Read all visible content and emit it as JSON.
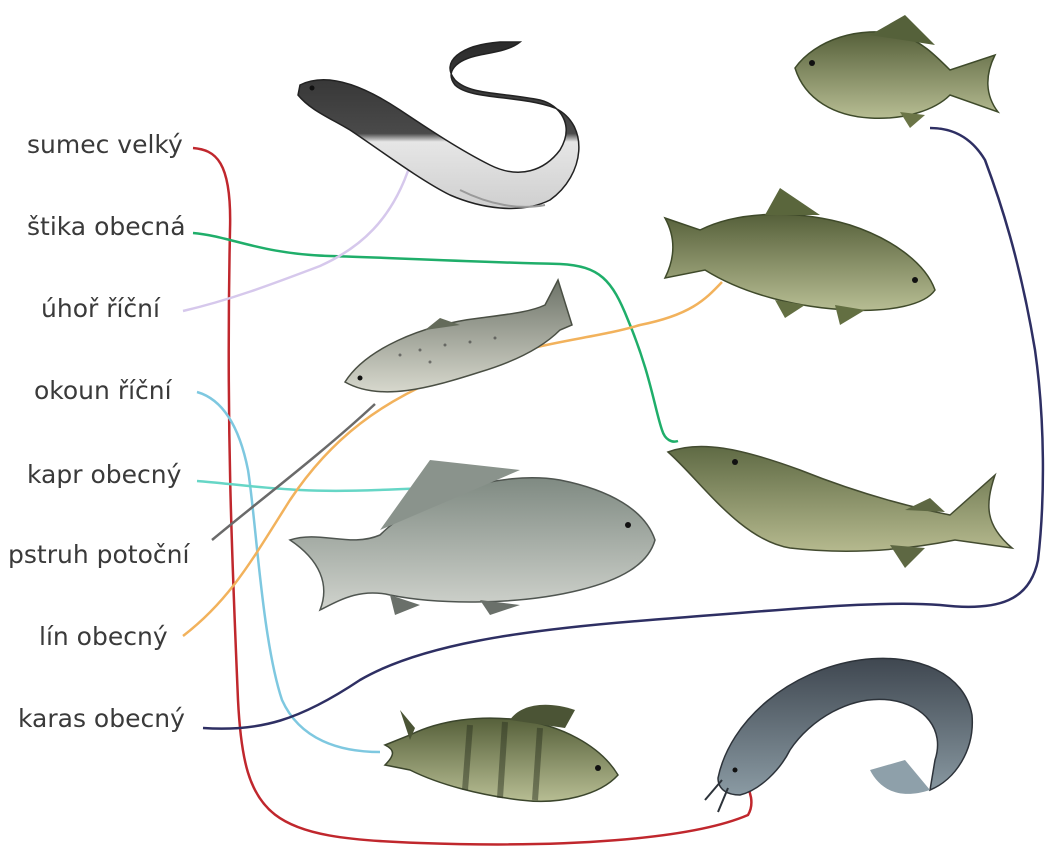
{
  "labels": {
    "sumec": "sumec velký",
    "stika": "štika obecná",
    "uhor": "úhoř říční",
    "okoun": "okoun říční",
    "kapr": "kapr obecný",
    "pstruh": "pstruh potoční",
    "lin": "lín obecný",
    "karas": "karas obecný"
  },
  "fish_images": [
    "eel",
    "crucian-carp",
    "tench",
    "trout",
    "pike",
    "carp",
    "perch",
    "catfish"
  ],
  "line_colors": {
    "sumec": "#c0272d",
    "stika": "#1fae6a",
    "uhor": "#d6c8ec",
    "okoun": "#7ec8e0",
    "kapr": "#66d6c6",
    "pstruh": "#6a6a6a",
    "lin": "#f2b25c",
    "karas": "#2e2f63"
  }
}
